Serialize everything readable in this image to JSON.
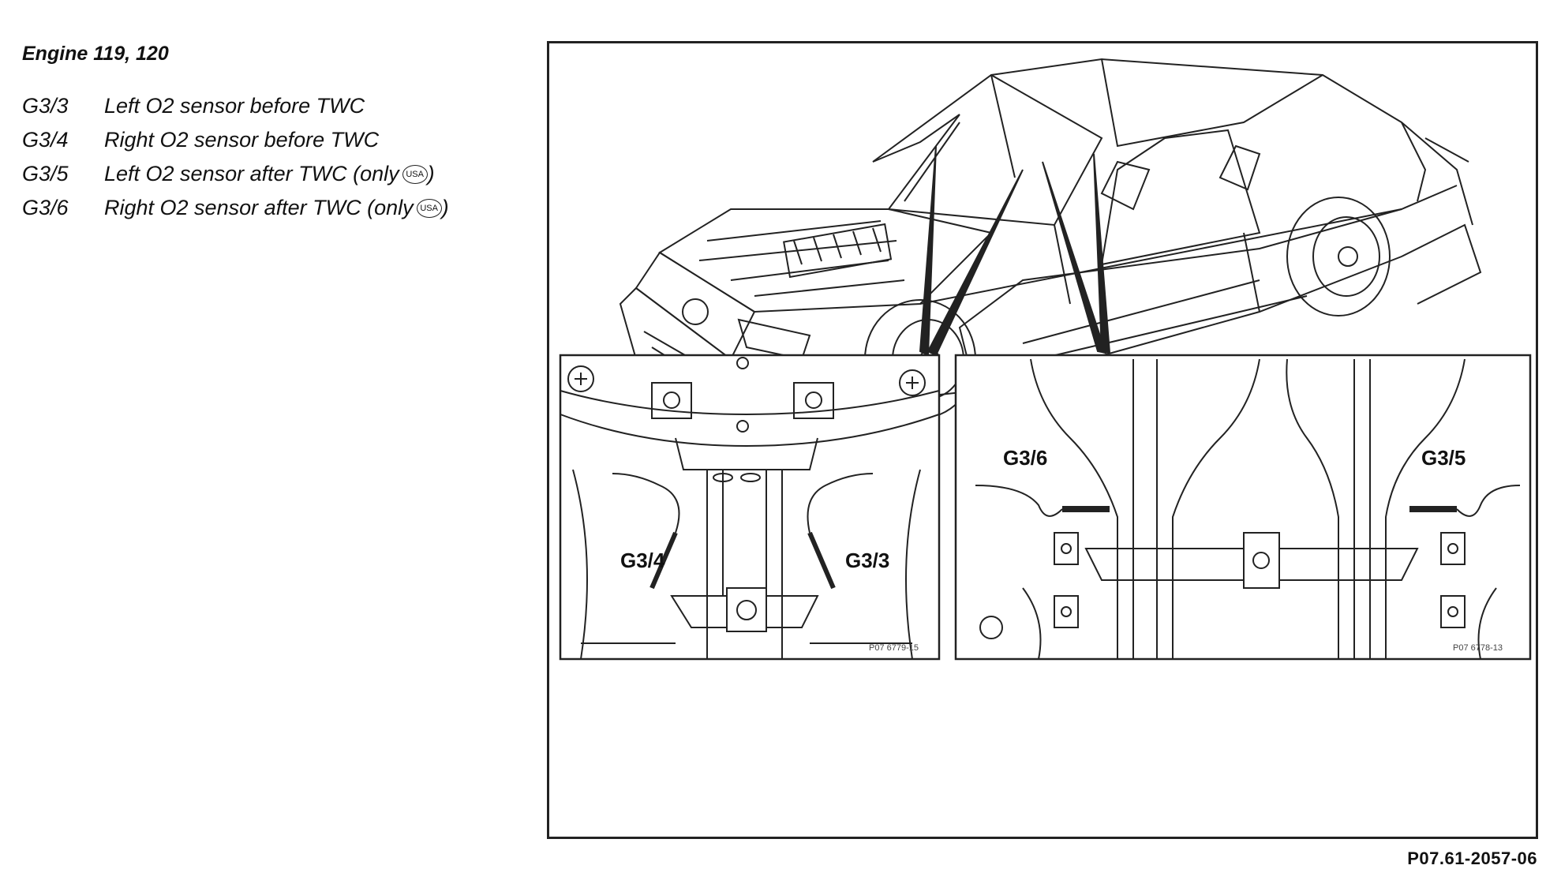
{
  "legend": {
    "title": "Engine 119, 120",
    "items": [
      {
        "code": "G3/3",
        "text": "Left O2 sensor before TWC",
        "usa": false
      },
      {
        "code": "G3/4",
        "text": "Right O2 sensor before TWC",
        "usa": false
      },
      {
        "code": "G3/5",
        "text": "Left O2 sensor after TWC (only ",
        "usa": true
      },
      {
        "code": "G3/6",
        "text": "Right O2 sensor after TWC (only ",
        "usa": true
      }
    ],
    "usa_badge": "USA",
    "close_paren": ")"
  },
  "figure": {
    "reference": "P07.61-2057-06",
    "left_inset": {
      "label_left": "G3/4",
      "label_right": "G3/3",
      "ref": "P07 6779-15"
    },
    "right_inset": {
      "label_left": "G3/6",
      "label_right": "G3/5",
      "ref": "P07 6778-13"
    }
  },
  "colors": {
    "line": "#222222",
    "background": "#ffffff"
  }
}
